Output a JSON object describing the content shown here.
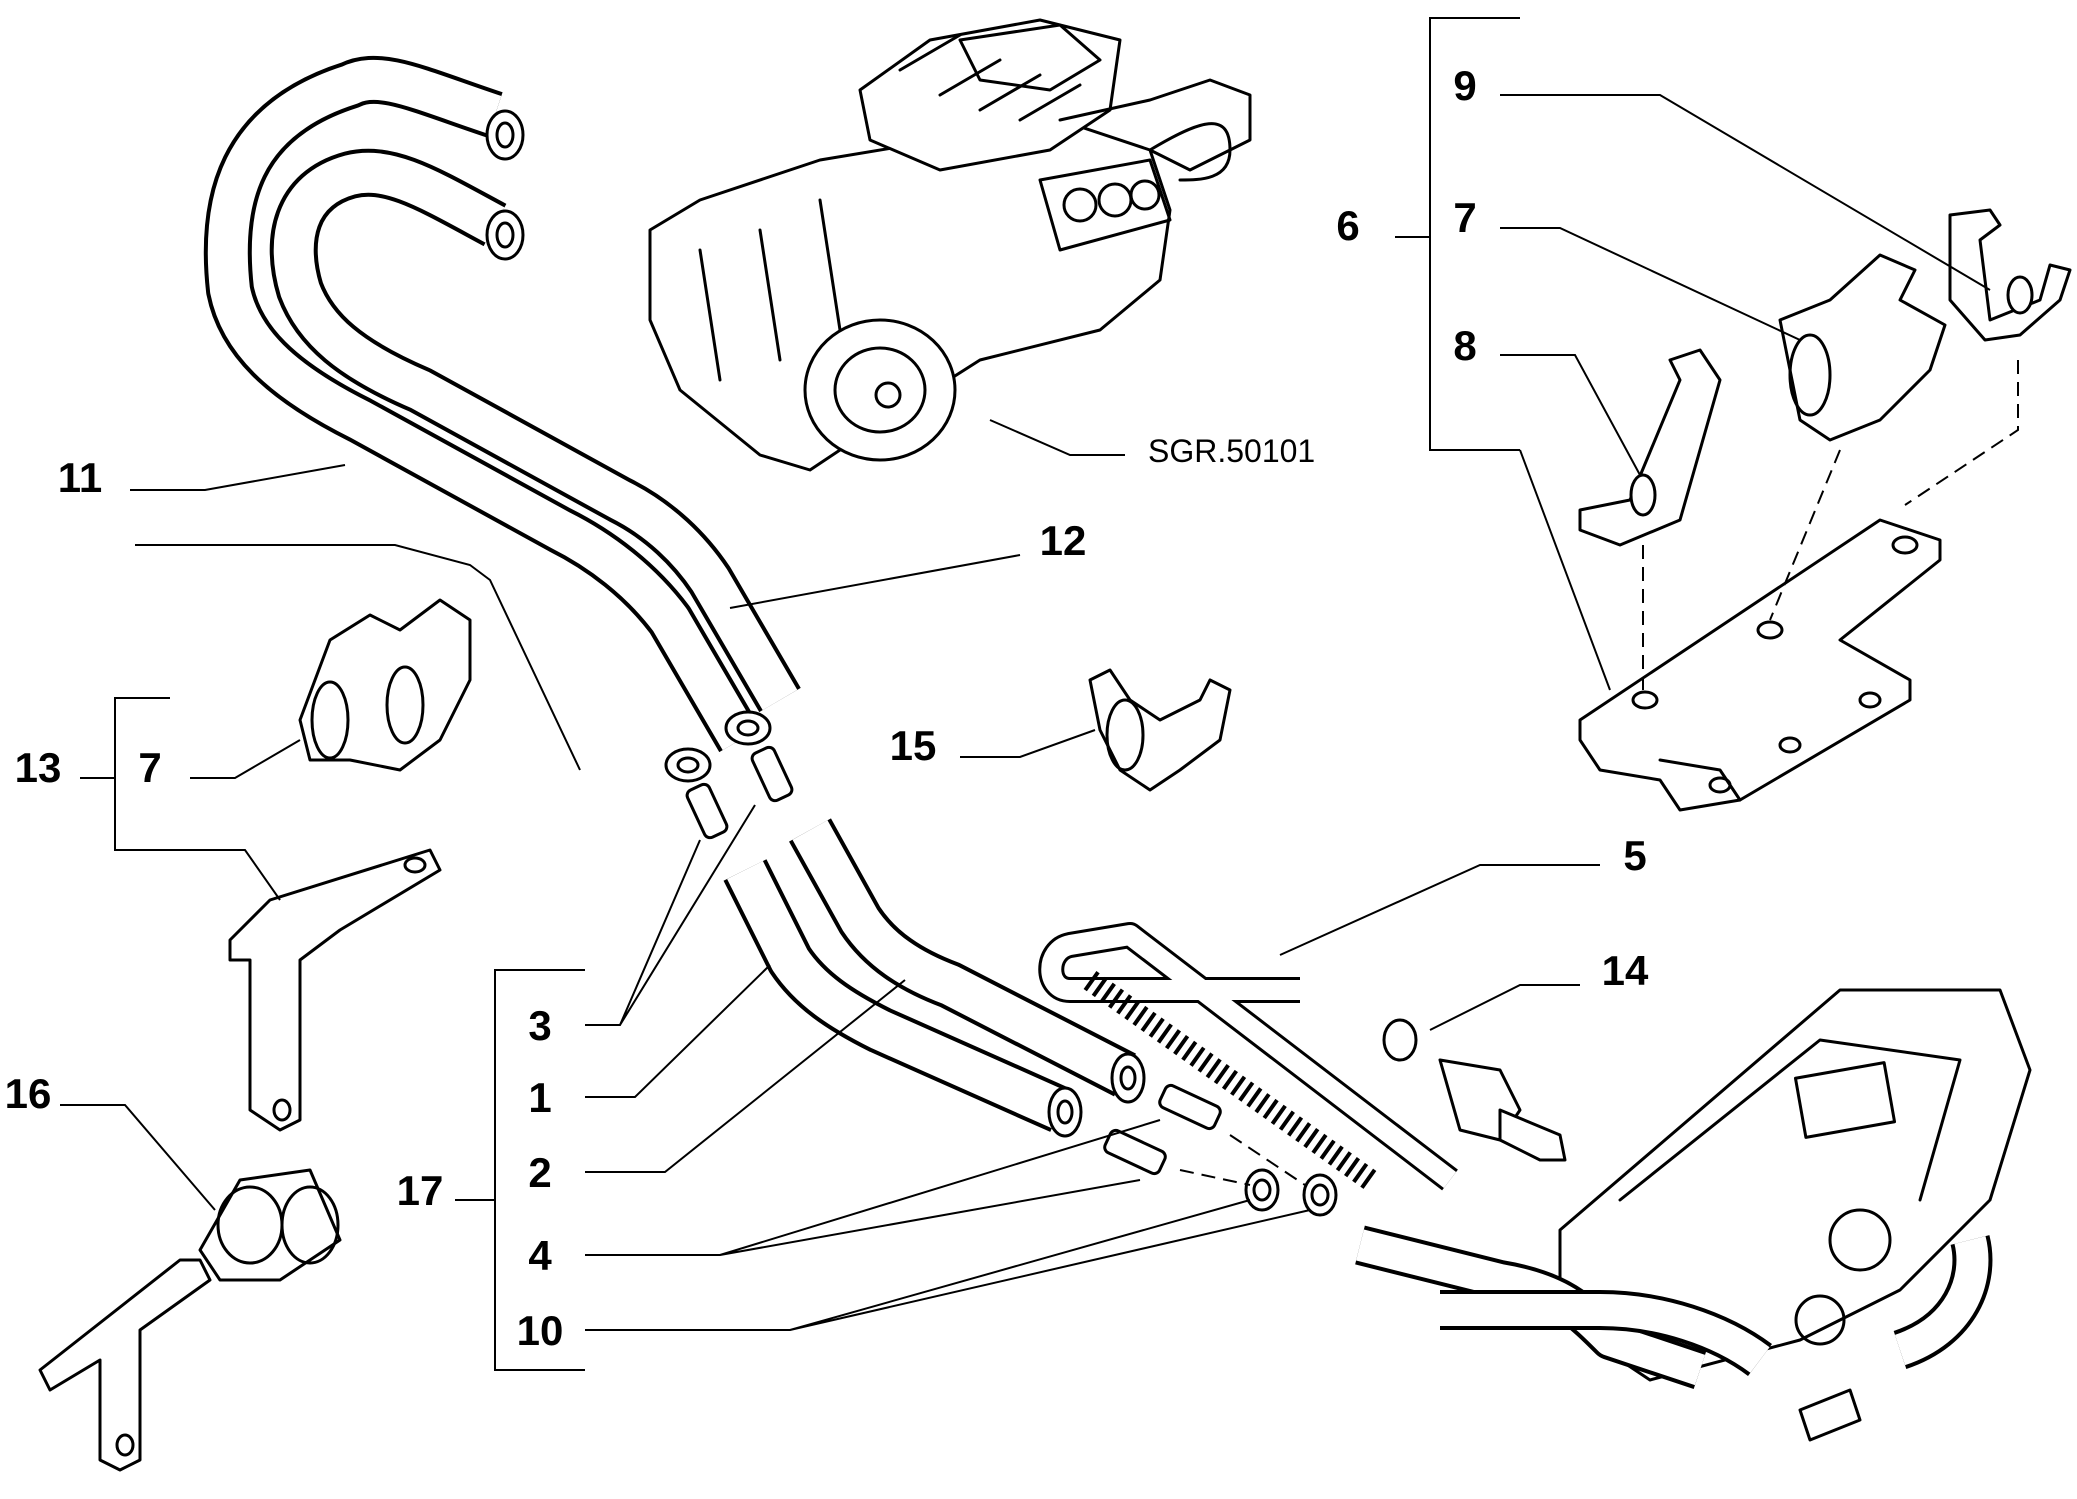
{
  "diagram": {
    "reference": "SGR.50101",
    "callouts": {
      "c1": "1",
      "c2": "2",
      "c3": "3",
      "c4": "4",
      "c5": "5",
      "c6": "6",
      "c7a": "7",
      "c7b": "7",
      "c8": "8",
      "c9": "9",
      "c10": "10",
      "c11": "11",
      "c12": "12",
      "c13": "13",
      "c14": "14",
      "c15": "15",
      "c16": "16",
      "c17": "17"
    }
  }
}
